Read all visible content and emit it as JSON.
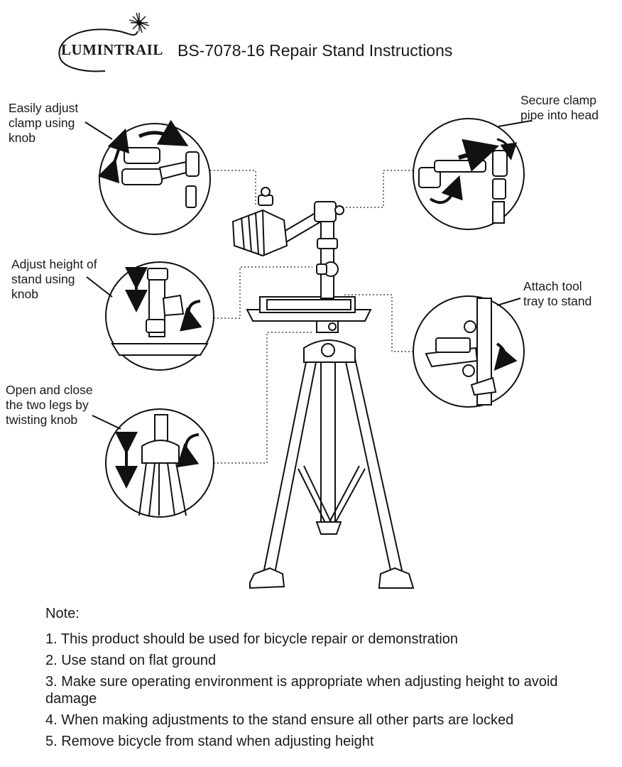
{
  "header": {
    "brand": "LUMINTRAIL",
    "title": "BS-7078-16 Repair Stand Instructions"
  },
  "callouts": {
    "clamp_knob": "Easily adjust\nclamp using\nknob",
    "secure_pipe": "Secure clamp\npipe into head",
    "height_knob": "Adjust height of\nstand using\nknob",
    "tool_tray": "Attach tool\ntray to stand",
    "legs_knob": "Open and close\nthe two legs by\ntwisting knob"
  },
  "notes": {
    "heading": "Note:",
    "items": [
      "1. This product should be used for bicycle repair or demonstration",
      "2. Use stand on flat ground",
      "3. Make sure operating environment is appropriate when adjusting height to avoid damage",
      "4. When making adjustments to the stand ensure all other parts are locked",
      "5. Remove bicycle from stand when adjusting height"
    ]
  },
  "icons": [
    "lumintrail-logo-icon",
    "curved-arrow-icon",
    "double-arrow-icon",
    "straight-arrow-icon"
  ]
}
